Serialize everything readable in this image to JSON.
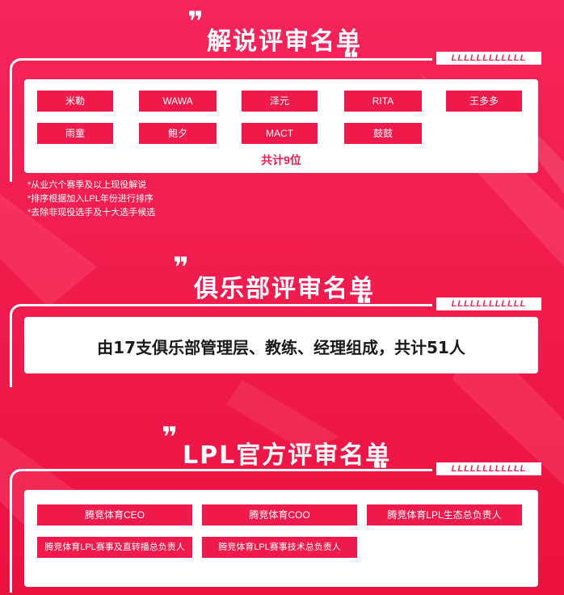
{
  "sections": {
    "commentators": {
      "title": "解说评审名单",
      "names": [
        "米勒",
        "WAWA",
        "泽元",
        "RITA",
        "王多多",
        "雨童",
        "鲍夕",
        "MACT",
        "鼓鼓"
      ],
      "total": "共计9位",
      "notes": [
        "*从业六个赛季及以上现役解说",
        "*排序根据加入LPL年份进行排序",
        "*去除非现役选手及十大选手候选"
      ]
    },
    "clubs": {
      "title": "俱乐部评审名单",
      "description": "由17支俱乐部管理层、教练、经理组成，共计51人"
    },
    "official": {
      "title": "LPL官方评审名单",
      "roles": [
        "腾竞体育CEO",
        "腾竞体育COO",
        "腾竞体育LPL生态总负责人",
        "腾竞体育LPL赛事及直转播总负责人",
        "腾竞体育LPL赛事技术总负责人"
      ]
    }
  },
  "decor": {
    "quote_open": "❞",
    "quote_close": "❝",
    "tag_strip_text": "LLLLLLLLLLLL"
  },
  "colors": {
    "accent": "#f0194c",
    "panel": "#ffffff",
    "background": "#f5245a"
  }
}
